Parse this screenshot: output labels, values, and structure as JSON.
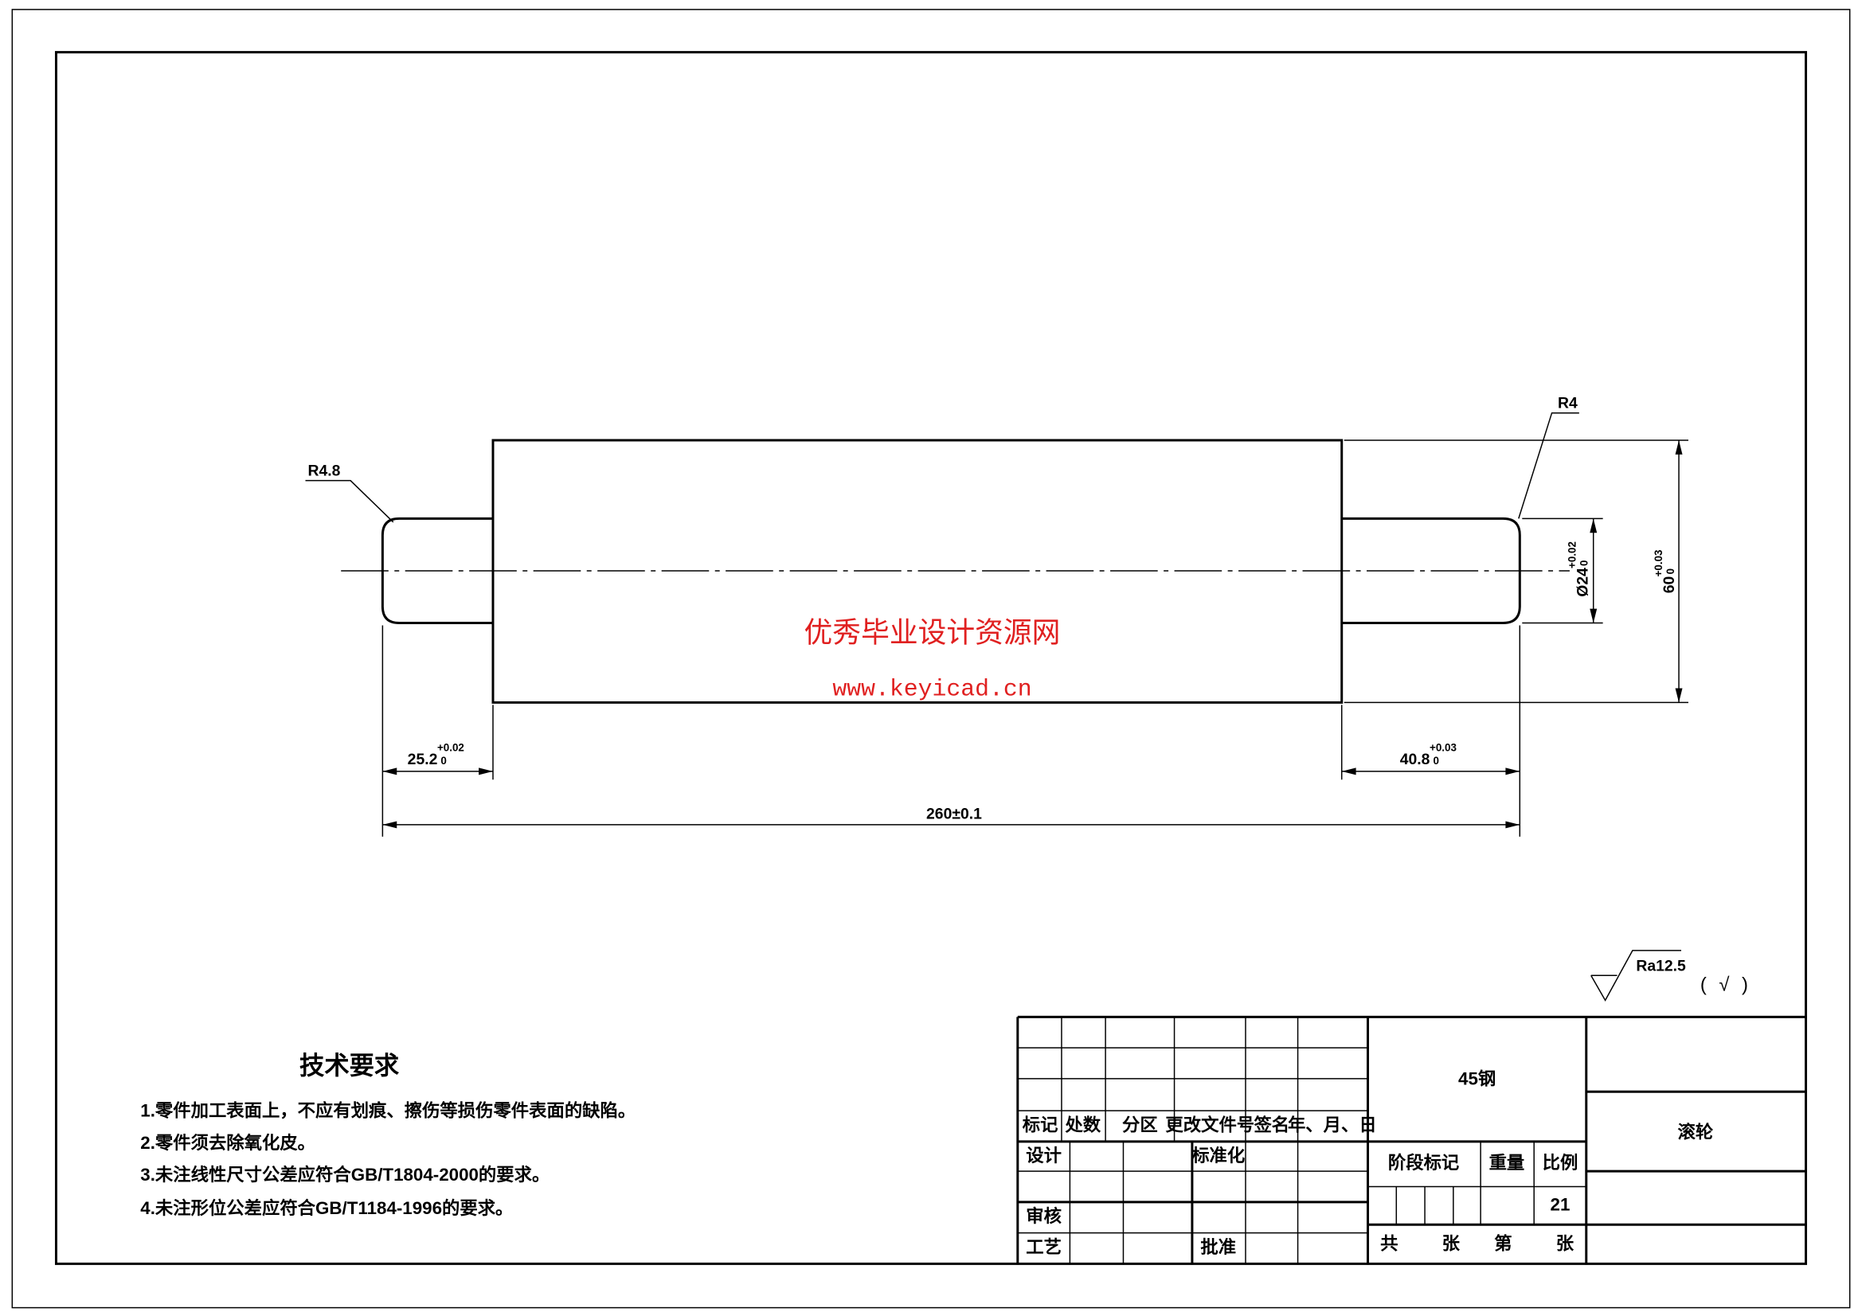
{
  "drawing": {
    "radius_left": "R4.8",
    "radius_right": "R4",
    "dim_dia": {
      "value": "Ø24",
      "upper": "+0.02",
      "lower": "0"
    },
    "dim_height": {
      "value": "60",
      "upper": "+0.03",
      "lower": "0"
    },
    "dim_left": {
      "value": "25.2",
      "upper": "+0.02",
      "lower": "0"
    },
    "dim_right": {
      "value": "40.8",
      "upper": "+0.03",
      "lower": "0"
    },
    "dim_total": "260±0.1",
    "roughness": "Ra12.5",
    "roughness_other": "( √ )"
  },
  "watermark": {
    "line1": "优秀毕业设计资源网",
    "line2": "www.keyicad.cn",
    "color": "#e02020"
  },
  "tech_requirements": {
    "title": "技术要求",
    "items": [
      "1.零件加工表面上，不应有划痕、擦伤等损伤零件表面的缺陷。",
      "2.零件须去除氧化皮。",
      "3.未注线性尺寸公差应符合GB/T1804-2000的要求。",
      "4.未注形位公差应符合GB/T1184-1996的要求。"
    ]
  },
  "title_block": {
    "headers": [
      "标记",
      "处数",
      "分区",
      "更改文件号",
      "签名",
      "年、月、日"
    ],
    "design": "设计",
    "standardize": "标准化",
    "review": "审核",
    "process": "工艺",
    "approve": "批准",
    "material": "45钢",
    "stage_mark": "阶段标记",
    "weight": "重量",
    "scale_label": "比例",
    "scale_value": "21",
    "sheet_total": "共",
    "sheet_unit1": "张",
    "sheet_num": "第",
    "sheet_unit2": "张",
    "part_name": "滚轮"
  }
}
